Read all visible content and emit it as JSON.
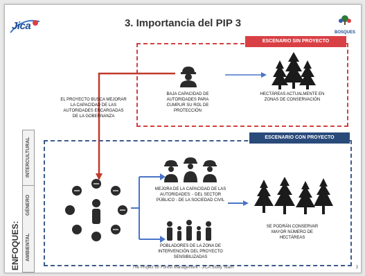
{
  "header": {
    "title": "3. Importancia del PIP 3",
    "logo_left": "Jica",
    "logo_right": "BOSQUES"
  },
  "scenario_without": {
    "tag": "ESCENARIO SIN PROYECTO",
    "low_capacity": "BAJA CAPACIDAD DE AUTORIDADES PARA CUMPLIR SU ROL DE PROTECCIÓN",
    "hectares": "HECTÁREAS ACTUALMENTE EN ZONAS DE CONSERVACIÓN"
  },
  "project_text": "EL PROYECTO BUSCA MEJORAR LA CAPACIDAD DE LAS AUTORIDADES ENCARGADAS DE LA GOBERNANZA",
  "scenario_with": {
    "tag": "ESCENARIO CON PROYECTO",
    "improvement": "MEJORA DE LA CAPACIDAD DE LAS AUTORIDADES: - DEL SECTOR PÚBLICO - DE LA SOCIEDAD CIVIL",
    "residents": "POBLADORES DE LA ZONA DE INTERVENCIÓN DEL PROYECTO SENSIBILIZADAS",
    "result": "SE PODRÁN CONSERVAR MAYOR NÚMERO DE HECTÁREAS"
  },
  "approaches": {
    "label": "ENFOQUES:",
    "items": [
      "INTERCULTURAL",
      "GÉNERO",
      "AMBIENTAL"
    ]
  },
  "footer": "The Project for Forest Management - JICA Study Team",
  "page_number": "3",
  "colors": {
    "red": "#d94045",
    "navy": "#2a4a7a",
    "blue_arrow": "#4a74c8",
    "dark_icon": "#2b2b2b"
  }
}
